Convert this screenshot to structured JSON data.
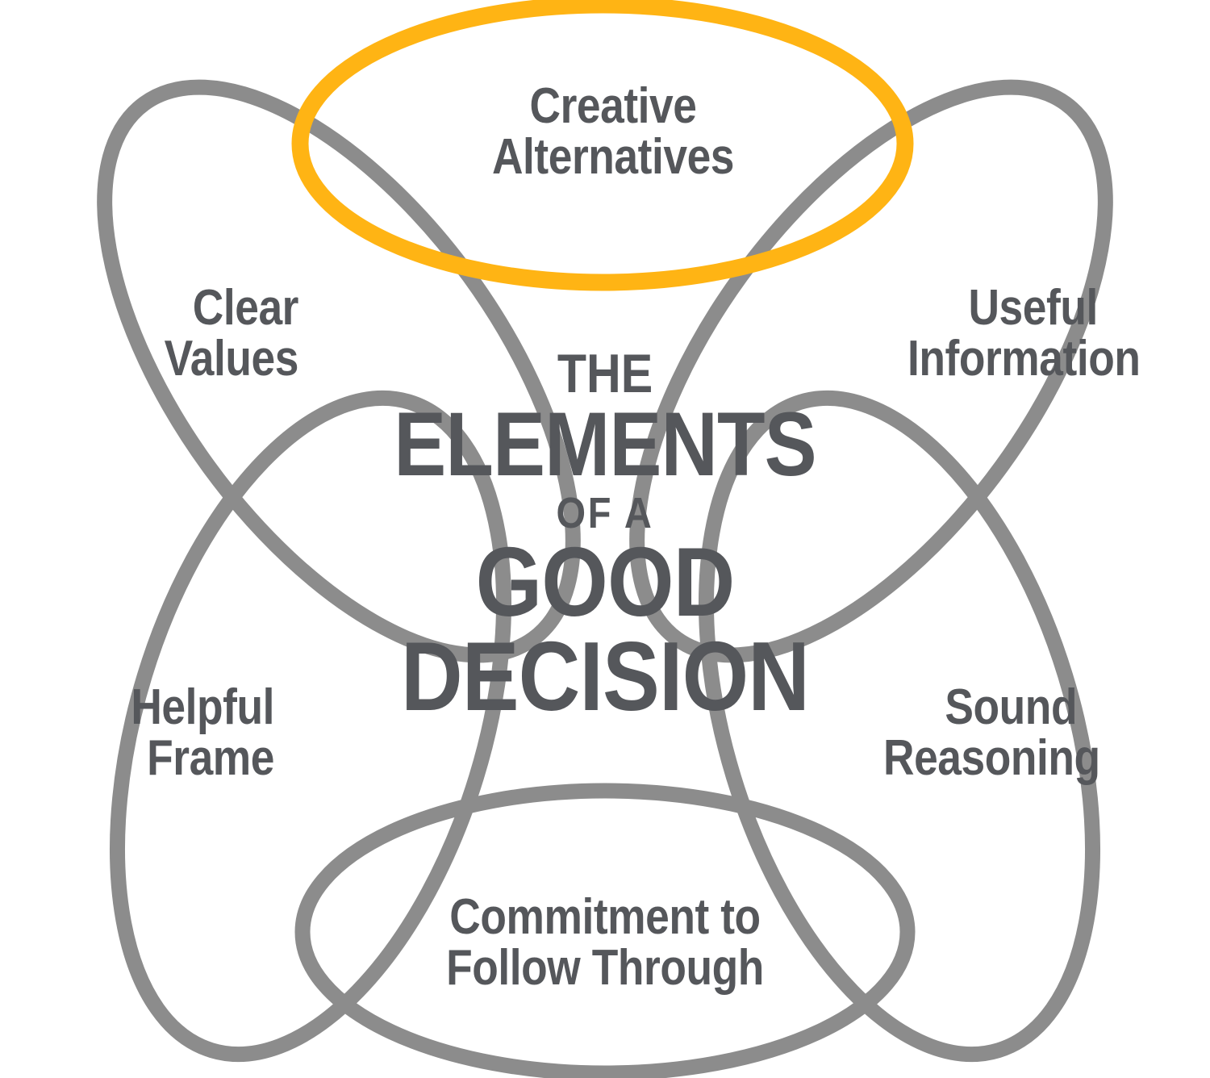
{
  "diagram": {
    "type": "venn-petal-diagram",
    "title_lines": {
      "line1": "THE",
      "line2": "ELEMENTS",
      "line3": "OF A",
      "line4": "GOOD",
      "line5": "DECISION"
    },
    "title_plain": "THE ELEMENTS OF A GOOD DECISION",
    "colors": {
      "ring_default": "#8c8c8c",
      "ring_highlight": "#ffb414",
      "text": "#55575b",
      "background": "#ffffff"
    },
    "highlighted_element": "Creative Alternatives",
    "element_count": 6,
    "elements": [
      {
        "id": "creative-alternatives",
        "label": "Creative Alternatives",
        "line1": "Creative",
        "line2": "Alternatives",
        "position": "top",
        "highlighted": true,
        "ring_color": "#ffb414"
      },
      {
        "id": "clear-values",
        "label": "Clear Values",
        "line1": "Clear",
        "line2": "Values",
        "position": "upper-left",
        "highlighted": false,
        "ring_color": "#8c8c8c"
      },
      {
        "id": "useful-information",
        "label": "Useful Information",
        "line1": "Useful",
        "line2": "Information",
        "position": "upper-right",
        "highlighted": false,
        "ring_color": "#8c8c8c"
      },
      {
        "id": "helpful-frame",
        "label": "Helpful Frame",
        "line1": "Helpful",
        "line2": "Frame",
        "position": "lower-left",
        "highlighted": false,
        "ring_color": "#8c8c8c"
      },
      {
        "id": "sound-reasoning",
        "label": "Sound Reasoning",
        "line1": "Sound",
        "line2": "Reasoning",
        "position": "lower-right",
        "highlighted": false,
        "ring_color": "#8c8c8c"
      },
      {
        "id": "commitment-to-follow-through",
        "label": "Commitment to Follow Through",
        "line1": "Commitment to",
        "line2": "Follow Through",
        "position": "bottom",
        "highlighted": false,
        "ring_color": "#8c8c8c"
      }
    ]
  }
}
